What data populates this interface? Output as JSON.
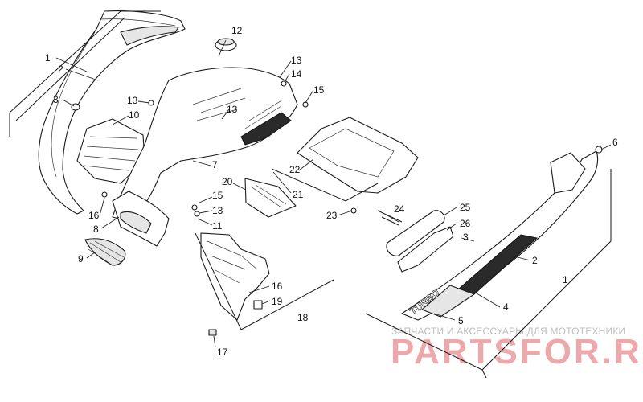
{
  "diagram": {
    "callouts": [
      {
        "id": "c1a",
        "text": "1"
      },
      {
        "id": "c2a",
        "text": "2"
      },
      {
        "id": "c3a",
        "text": "3"
      },
      {
        "id": "c12",
        "text": "12"
      },
      {
        "id": "c13a",
        "text": "13"
      },
      {
        "id": "c10",
        "text": "10"
      },
      {
        "id": "c13b",
        "text": "13"
      },
      {
        "id": "c13c",
        "text": "13"
      },
      {
        "id": "c14",
        "text": "14"
      },
      {
        "id": "c15a",
        "text": "15"
      },
      {
        "id": "c7",
        "text": "7"
      },
      {
        "id": "c22",
        "text": "22"
      },
      {
        "id": "c20",
        "text": "20"
      },
      {
        "id": "c21",
        "text": "21"
      },
      {
        "id": "c15b",
        "text": "15"
      },
      {
        "id": "c13d",
        "text": "13"
      },
      {
        "id": "c11",
        "text": "11"
      },
      {
        "id": "c16a",
        "text": "16"
      },
      {
        "id": "c8",
        "text": "8"
      },
      {
        "id": "c9",
        "text": "9"
      },
      {
        "id": "c16b",
        "text": "16"
      },
      {
        "id": "c19",
        "text": "19"
      },
      {
        "id": "c18",
        "text": "18"
      },
      {
        "id": "c17",
        "text": "17"
      },
      {
        "id": "c23",
        "text": "23"
      },
      {
        "id": "c24",
        "text": "24"
      },
      {
        "id": "c25",
        "text": "25"
      },
      {
        "id": "c26",
        "text": "26"
      },
      {
        "id": "c6",
        "text": "6"
      },
      {
        "id": "c3b",
        "text": "3"
      },
      {
        "id": "c2b",
        "text": "2"
      },
      {
        "id": "c1b",
        "text": "1"
      },
      {
        "id": "c4",
        "text": "4"
      },
      {
        "id": "c5",
        "text": "5"
      }
    ],
    "decal_text": "TURBO"
  },
  "watermark": {
    "subtitle": "ЗАПЧАСТИ И АКСЕССУАРЫ ДЛЯ МОТОТЕХНИКИ",
    "brand": "PARTSFOR.RU"
  }
}
